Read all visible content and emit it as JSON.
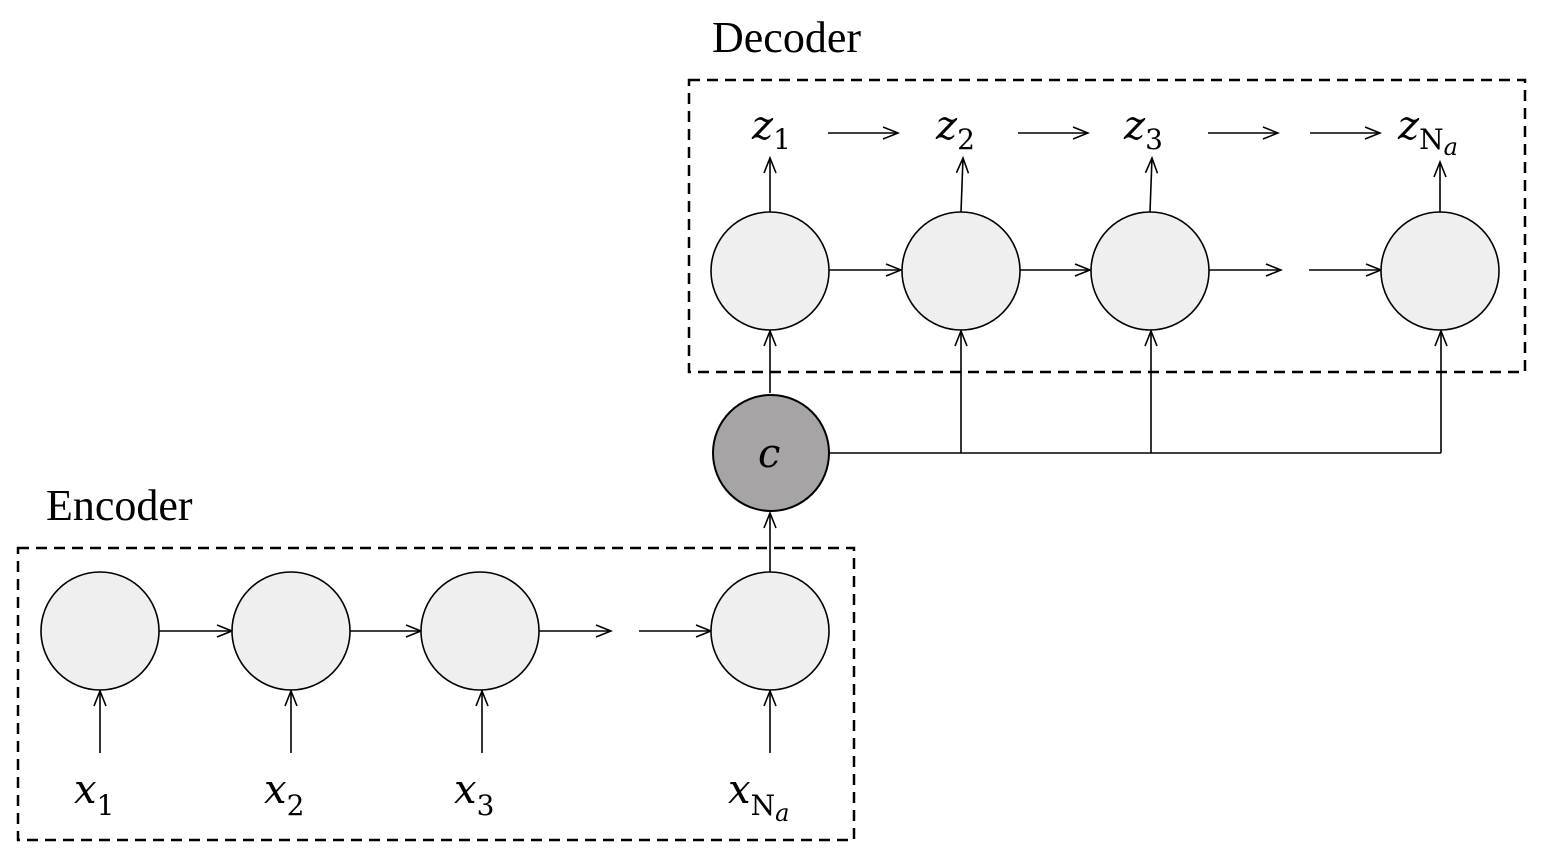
{
  "decoder": {
    "title": "Decoder",
    "outputs": [
      {
        "base": "z",
        "sub": "1",
        "subsub": ""
      },
      {
        "base": "z",
        "sub": "2",
        "subsub": ""
      },
      {
        "base": "z",
        "sub": "3",
        "subsub": ""
      },
      {
        "base": "z",
        "sub": "N",
        "subsub": "a"
      }
    ]
  },
  "encoder": {
    "title": "Encoder",
    "inputs": [
      {
        "base": "x",
        "sub": "1",
        "subsub": ""
      },
      {
        "base": "x",
        "sub": "2",
        "subsub": ""
      },
      {
        "base": "x",
        "sub": "3",
        "subsub": ""
      },
      {
        "base": "x",
        "sub": "N",
        "subsub": "a"
      }
    ]
  },
  "context": {
    "label": "c"
  },
  "colors": {
    "node_fill": "#efefef",
    "context_fill": "#a6a4a4"
  }
}
